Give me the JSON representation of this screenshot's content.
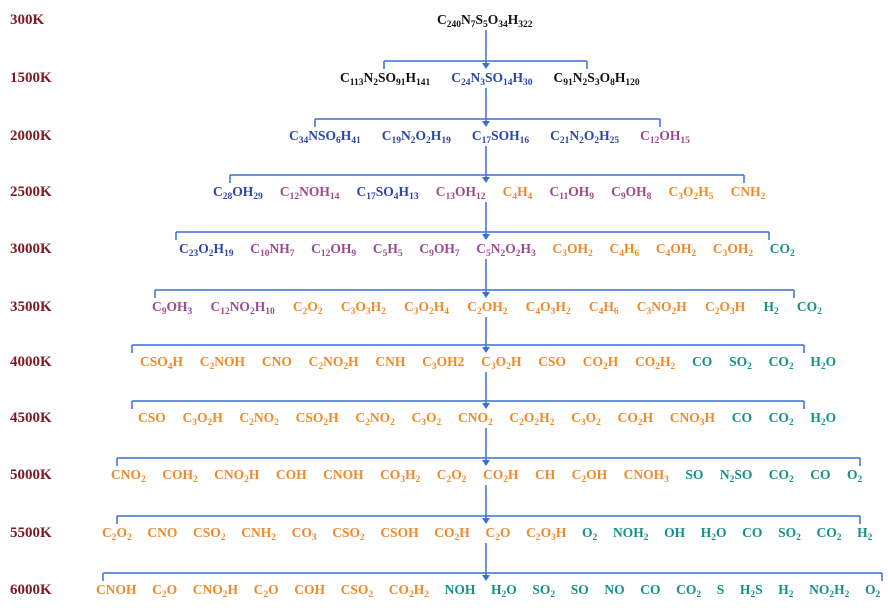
{
  "colors": {
    "temp": "#7b1a22",
    "black": "#111111",
    "blue": "#2a46a6",
    "purple": "#9a4a8f",
    "orange": "#f0892a",
    "teal": "#14908a",
    "line": "#3b6fd4"
  },
  "levels": [
    {
      "temp": "300K",
      "species": [
        {
          "t": "C240N7S5O34H322",
          "c": "black"
        }
      ]
    },
    {
      "temp": "1500K",
      "species": [
        {
          "t": "C113N2SO91H141",
          "c": "black"
        },
        {
          "t": "C24N3SO14H30",
          "c": "blue"
        },
        {
          "t": "C91N2S3O8H120",
          "c": "black"
        }
      ]
    },
    {
      "temp": "2000K",
      "species": [
        {
          "t": "C34NSO6H41",
          "c": "blue"
        },
        {
          "t": "C19N2O2H19",
          "c": "blue"
        },
        {
          "t": "C17SOH16",
          "c": "blue"
        },
        {
          "t": "C21N2O2H25",
          "c": "blue"
        },
        {
          "t": "C12OH15",
          "c": "purple"
        }
      ]
    },
    {
      "temp": "2500K",
      "species": [
        {
          "t": "C28OH29",
          "c": "blue"
        },
        {
          "t": "C12NOH14",
          "c": "purple"
        },
        {
          "t": "C17SO4H13",
          "c": "blue"
        },
        {
          "t": "C13OH12",
          "c": "purple"
        },
        {
          "t": "C4H4",
          "c": "orange"
        },
        {
          "t": "C11OH9",
          "c": "purple"
        },
        {
          "t": "C9OH8",
          "c": "purple"
        },
        {
          "t": "C3O2H5",
          "c": "orange"
        },
        {
          "t": "CNH2",
          "c": "orange"
        }
      ]
    },
    {
      "temp": "3000K",
      "species": [
        {
          "t": "C23O2H19",
          "c": "blue"
        },
        {
          "t": "C10NH7",
          "c": "purple"
        },
        {
          "t": "C12OH9",
          "c": "purple"
        },
        {
          "t": "C5H5",
          "c": "purple"
        },
        {
          "t": "C9OH7",
          "c": "purple"
        },
        {
          "t": "C5N2O2H3",
          "c": "purple"
        },
        {
          "t": "C3OH2",
          "c": "orange"
        },
        {
          "t": "C4H6",
          "c": "orange"
        },
        {
          "t": "C4OH2",
          "c": "orange"
        },
        {
          "t": "C3OH2",
          "c": "orange"
        },
        {
          "t": "CO2",
          "c": "teal"
        }
      ]
    },
    {
      "temp": "3500K",
      "species": [
        {
          "t": "C9OH3",
          "c": "purple"
        },
        {
          "t": "C12NO2H10",
          "c": "purple"
        },
        {
          "t": "C2O2",
          "c": "orange"
        },
        {
          "t": "C3O3H2",
          "c": "orange"
        },
        {
          "t": "C3O2H4",
          "c": "orange"
        },
        {
          "t": "C2OH2",
          "c": "orange"
        },
        {
          "t": "C4O3H2",
          "c": "orange"
        },
        {
          "t": "C4H6",
          "c": "orange"
        },
        {
          "t": "C3NO2H",
          "c": "orange"
        },
        {
          "t": "C2O3H",
          "c": "orange"
        },
        {
          "t": "H2",
          "c": "teal"
        },
        {
          "t": "CO2",
          "c": "teal"
        }
      ]
    },
    {
      "temp": "4000K",
      "species": [
        {
          "t": "CSO4H",
          "c": "orange"
        },
        {
          "t": "C2NOH",
          "c": "orange"
        },
        {
          "t": "CNO",
          "c": "orange"
        },
        {
          "t": "C2NO2H",
          "c": "orange"
        },
        {
          "t": "CNH",
          "c": "orange"
        },
        {
          "t": "C3OH2",
          "c": "orange",
          "raw": true
        },
        {
          "t": "C3O2H",
          "c": "orange"
        },
        {
          "t": "CSO",
          "c": "orange"
        },
        {
          "t": "CO2H",
          "c": "orange"
        },
        {
          "t": "CO2H2",
          "c": "orange"
        },
        {
          "t": "CO",
          "c": "teal"
        },
        {
          "t": "SO2",
          "c": "teal"
        },
        {
          "t": "CO2",
          "c": "teal"
        },
        {
          "t": "H2O",
          "c": "teal"
        }
      ]
    },
    {
      "temp": "4500K",
      "species": [
        {
          "t": "CSO",
          "c": "orange"
        },
        {
          "t": "C3O2H",
          "c": "orange"
        },
        {
          "t": "C2NO2",
          "c": "orange"
        },
        {
          "t": "CSO2H",
          "c": "orange"
        },
        {
          "t": "C2NO2",
          "c": "orange"
        },
        {
          "t": "C3O2",
          "c": "orange"
        },
        {
          "t": "CNO2",
          "c": "orange"
        },
        {
          "t": "C2O2H2",
          "c": "orange"
        },
        {
          "t": "C3O2",
          "c": "orange"
        },
        {
          "t": "CO2H",
          "c": "orange"
        },
        {
          "t": "CNO3H",
          "c": "orange"
        },
        {
          "t": "CO",
          "c": "teal"
        },
        {
          "t": "CO2",
          "c": "teal"
        },
        {
          "t": "H2O",
          "c": "teal"
        }
      ]
    },
    {
      "temp": "5000K",
      "species": [
        {
          "t": "CNO2",
          "c": "orange"
        },
        {
          "t": "COH2",
          "c": "orange"
        },
        {
          "t": "CNO2H",
          "c": "orange"
        },
        {
          "t": "COH",
          "c": "orange"
        },
        {
          "t": "CNOH",
          "c": "orange"
        },
        {
          "t": "CO3H2",
          "c": "orange"
        },
        {
          "t": "C2O2",
          "c": "orange"
        },
        {
          "t": "CO2H",
          "c": "orange"
        },
        {
          "t": "CH",
          "c": "orange"
        },
        {
          "t": "C2OH",
          "c": "orange"
        },
        {
          "t": "CNOH3",
          "c": "orange"
        },
        {
          "t": "SO",
          "c": "teal"
        },
        {
          "t": "N2SO",
          "c": "teal"
        },
        {
          "t": "CO2",
          "c": "teal"
        },
        {
          "t": "CO",
          "c": "teal"
        },
        {
          "t": "O2",
          "c": "teal"
        }
      ]
    },
    {
      "temp": "5500K",
      "species": [
        {
          "t": "C2O2",
          "c": "orange"
        },
        {
          "t": "CNO",
          "c": "orange"
        },
        {
          "t": "CSO2",
          "c": "orange"
        },
        {
          "t": "CNH2",
          "c": "orange"
        },
        {
          "t": "CO3",
          "c": "orange"
        },
        {
          "t": "CSO2",
          "c": "orange"
        },
        {
          "t": "CSOH",
          "c": "orange"
        },
        {
          "t": "CO2H",
          "c": "orange"
        },
        {
          "t": "C2O",
          "c": "orange"
        },
        {
          "t": "C2O3H",
          "c": "orange"
        },
        {
          "t": "O2",
          "c": "teal"
        },
        {
          "t": "NOH2",
          "c": "teal"
        },
        {
          "t": "OH",
          "c": "teal"
        },
        {
          "t": "H2O",
          "c": "teal"
        },
        {
          "t": "CO",
          "c": "teal"
        },
        {
          "t": "SO2",
          "c": "teal"
        },
        {
          "t": "CO2",
          "c": "teal"
        },
        {
          "t": "H2",
          "c": "teal"
        }
      ]
    },
    {
      "temp": "6000K",
      "species": [
        {
          "t": "CNOH",
          "c": "orange"
        },
        {
          "t": "C2O",
          "c": "orange"
        },
        {
          "t": "CNO2H",
          "c": "orange"
        },
        {
          "t": "C2O",
          "c": "orange"
        },
        {
          "t": "COH",
          "c": "orange"
        },
        {
          "t": "CSO2",
          "c": "orange"
        },
        {
          "t": "CO2H2",
          "c": "orange"
        },
        {
          "t": "NOH",
          "c": "teal"
        },
        {
          "t": "H2O",
          "c": "teal"
        },
        {
          "t": "SO2",
          "c": "teal"
        },
        {
          "t": "SO",
          "c": "teal"
        },
        {
          "t": "NO",
          "c": "teal"
        },
        {
          "t": "CO",
          "c": "teal"
        },
        {
          "t": "CO2",
          "c": "teal"
        },
        {
          "t": "S",
          "c": "teal"
        },
        {
          "t": "H2S",
          "c": "teal"
        },
        {
          "t": "H2",
          "c": "teal"
        },
        {
          "t": "NO2H2",
          "c": "teal"
        },
        {
          "t": "O2",
          "c": "teal"
        }
      ]
    }
  ]
}
